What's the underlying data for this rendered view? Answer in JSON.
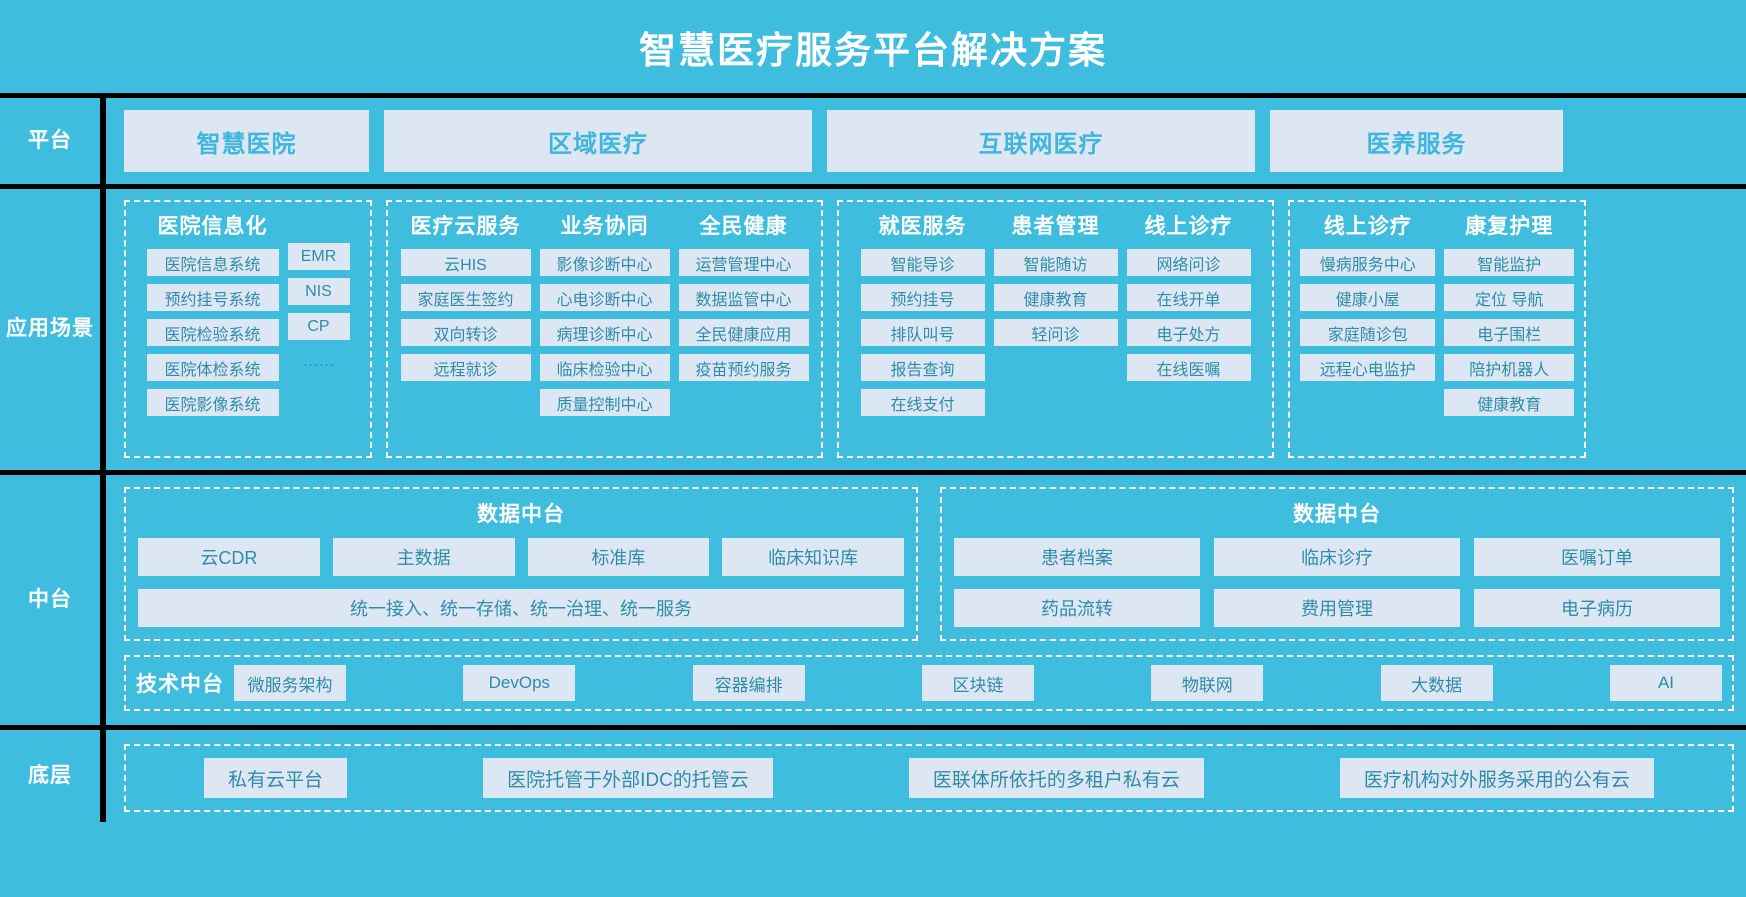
{
  "header": {
    "title": "智慧医疗服务平台解决方案"
  },
  "colors": {
    "background": "#3ebdde",
    "chip_bg": "#dde7f3",
    "chip_text": "#2e8ca8",
    "rule": "#000000",
    "heading": "#ffffff"
  },
  "sidebar": {
    "platform": "平台",
    "application": "应用场景",
    "middle": "中台",
    "bottom": "底层"
  },
  "platform_row": {
    "boxes": [
      {
        "label": "智慧医院"
      },
      {
        "label": "区域医疗"
      },
      {
        "label": "互联网医疗"
      },
      {
        "label": "医养服务"
      }
    ]
  },
  "application_row": {
    "groups": [
      {
        "name": "smart-hospital",
        "columns": [
          {
            "head": "医院信息化",
            "items": [
              "医院信息系统",
              "预约挂号系统",
              "医院检验系统",
              "医院体检系统",
              "医院影像系统"
            ]
          },
          {
            "head": "",
            "items": [
              "EMR",
              "NIS",
              "CP",
              "……"
            ]
          }
        ]
      },
      {
        "name": "regional-healthcare",
        "columns": [
          {
            "head": "医疗云服务",
            "items": [
              "云HIS",
              "家庭医生签约",
              "双向转诊",
              "远程就诊"
            ]
          },
          {
            "head": "业务协同",
            "items": [
              "影像诊断中心",
              "心电诊断中心",
              "病理诊断中心",
              "临床检验中心",
              "质量控制中心"
            ]
          },
          {
            "head": "全民健康",
            "items": [
              "运营管理中心",
              "数据监管中心",
              "全民健康应用",
              "疫苗预约服务"
            ]
          }
        ]
      },
      {
        "name": "internet-healthcare",
        "columns": [
          {
            "head": "就医服务",
            "items": [
              "智能导诊",
              "预约挂号",
              "排队叫号",
              "报告查询",
              "在线支付"
            ]
          },
          {
            "head": "患者管理",
            "items": [
              "智能随访",
              "健康教育",
              "轻问诊"
            ]
          },
          {
            "head": "线上诊疗",
            "items": [
              "网络问诊",
              "在线开单",
              "电子处方",
              "在线医嘱"
            ]
          }
        ]
      },
      {
        "name": "medical-elderly-care",
        "columns": [
          {
            "head": "线上诊疗",
            "items": [
              "慢病服务中心",
              "健康小屋",
              "家庭随诊包",
              "远程心电监护"
            ]
          },
          {
            "head": "康复护理",
            "items": [
              "智能监护",
              "定位 导航",
              "电子围栏",
              "陪护机器人",
              "健康教育"
            ]
          }
        ]
      }
    ]
  },
  "middle_row": {
    "data_center_left": {
      "title": "数据中台",
      "items": [
        "云CDR",
        "主数据",
        "标准库",
        "临床知识库"
      ],
      "footer": "统一接入、统一存储、统一治理、统一服务"
    },
    "data_center_right": {
      "title": "数据中台",
      "row1": [
        "患者档案",
        "临床诊疗",
        "医嘱订单"
      ],
      "row2": [
        "药品流转",
        "费用管理",
        "电子病历"
      ]
    },
    "tech_platform": {
      "label": "技术中台",
      "items": [
        "微服务架构",
        "DevOps",
        "容器编排",
        "区块链",
        "物联网",
        "大数据",
        "AI"
      ]
    }
  },
  "bottom_row": {
    "items": [
      "私有云平台",
      "医院托管于外部IDC的托管云",
      "医联体所依托的多租户私有云",
      "医疗机构对外服务采用的公有云"
    ]
  }
}
